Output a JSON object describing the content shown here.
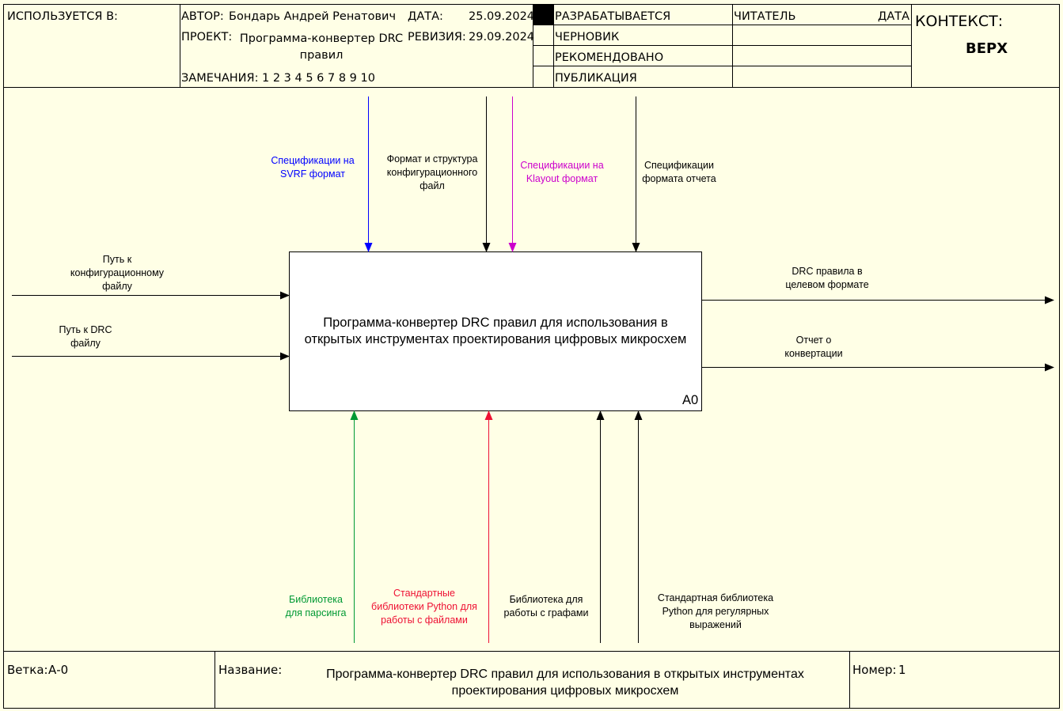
{
  "header": {
    "used_in_label": "ИСПОЛЬЗУЕТСЯ В:",
    "author_label": "АВТОР:",
    "author_value": "Бондарь Андрей Ренатович",
    "date_label": "ДАТА:",
    "date_value": "25.09.2024",
    "project_label": "ПРОЕКТ:",
    "project_value_line1": "Программа-конвертер DRC",
    "project_value_line2": "правил",
    "revision_label": "РЕВИЗИЯ:",
    "revision_value": "29.09.2024",
    "notes_label": "ЗАМЕЧАНИЯ:",
    "notes_value": "1 2 3 4 5 6 7 8 9 10",
    "status": [
      "РАЗРАБАТЫВАЕТСЯ",
      "ЧЕРНОВИК",
      "РЕКОМЕНДОВАНО",
      "ПУБЛИКАЦИЯ"
    ],
    "reader_label": "ЧИТАТЕЛЬ",
    "reader_date_label": "ДАТА",
    "context_label": "КОНТЕКСТ:",
    "context_value": "ВЕРХ"
  },
  "diagram": {
    "box": {
      "title_line1": "Программа-конвертер DRC правил для использования в",
      "title_line2": "открытых инструментах проектирования цифровых микросхем",
      "node_id": "A0"
    },
    "controls": [
      {
        "lines": [
          "Спецификации на",
          "SVRF формат"
        ],
        "color": "#0000ff"
      },
      {
        "lines": [
          "Формат и структура",
          "конфигурационного",
          "файл"
        ],
        "color": "#000000"
      },
      {
        "lines": [
          "Спецификации на",
          "Klayout формат"
        ],
        "color": "#cc00cc"
      },
      {
        "lines": [
          "Спецификации",
          "формата отчета"
        ],
        "color": "#000000"
      }
    ],
    "inputs": [
      {
        "lines": [
          "Путь к",
          "конфигурационному",
          "файлу"
        ],
        "color": "#000000"
      },
      {
        "lines": [
          "Путь к DRC",
          "файлу"
        ],
        "color": "#000000"
      }
    ],
    "outputs": [
      {
        "lines": [
          "DRC правила в",
          "целевом формате"
        ],
        "color": "#000000"
      },
      {
        "lines": [
          "Отчет о",
          "конвертации"
        ],
        "color": "#000000"
      }
    ],
    "mechanisms": [
      {
        "lines": [
          "Библиотека",
          "для парсинга"
        ],
        "color": "#009933"
      },
      {
        "lines": [
          "Стандартные",
          "библиотеки Python для",
          "работы с файлами"
        ],
        "color": "#ee1133"
      },
      {
        "lines": [
          "Библиотека для",
          "работы с графами"
        ],
        "color": "#000000"
      },
      {
        "lines": [
          "Стандартная библиотека",
          "Python для регулярных",
          "выражений"
        ],
        "color": "#000000"
      }
    ]
  },
  "footer": {
    "node_label": "Ветка:",
    "node_value": "А-0",
    "title_label": "Название:",
    "title_line1": "Программа-конвертер DRC правил для использования в открытых инструментах",
    "title_line2": "проектирования цифровых микросхем",
    "number_label": "Номер:",
    "number_value": "1"
  }
}
